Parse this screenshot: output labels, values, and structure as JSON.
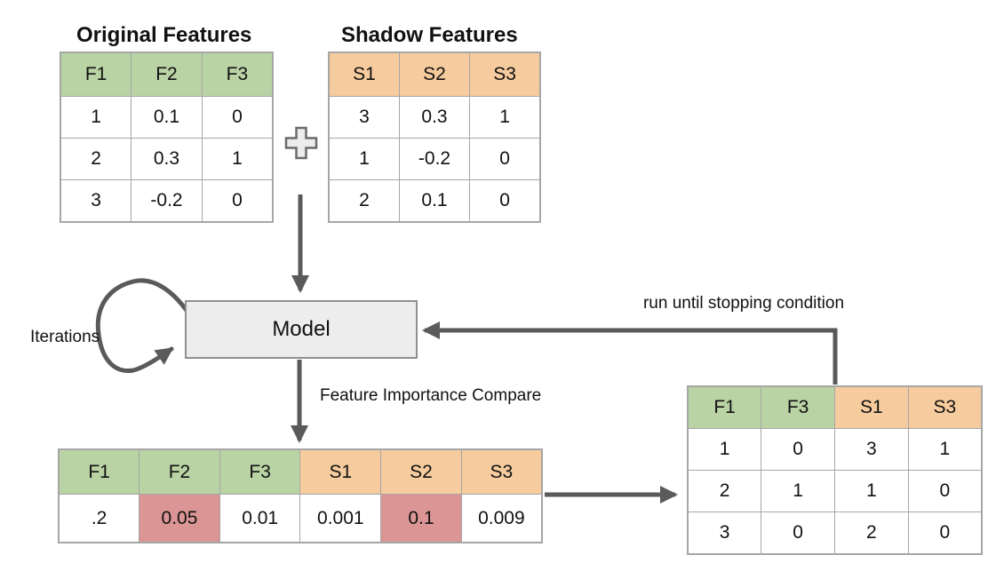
{
  "colors": {
    "green_header": "#bad3a5",
    "orange_header": "#f6cb9d",
    "red_highlight": "#db9595",
    "model_fill": "#ededed",
    "model_border": "#8f8f8f",
    "arrow": "#5a5a5a",
    "table_border": "#a6a6a6",
    "plus_fill": "#ececec",
    "plus_border": "#6b6b6b"
  },
  "titles": {
    "original": "Original Features",
    "shadow": "Shadow Features"
  },
  "labels": {
    "model": "Model",
    "iterations": "Iterations",
    "run_until": "run until stopping condition",
    "importance_compare": "Feature Importance Compare"
  },
  "icons": {
    "plus": "plus-icon"
  },
  "original_table": {
    "headers": [
      "F1",
      "F2",
      "F3"
    ],
    "rows": [
      [
        "1",
        "0.1",
        "0"
      ],
      [
        "2",
        "0.3",
        "1"
      ],
      [
        "3",
        "-0.2",
        "0"
      ]
    ]
  },
  "shadow_table": {
    "headers": [
      "S1",
      "S2",
      "S3"
    ],
    "rows": [
      [
        "3",
        "0.3",
        "1"
      ],
      [
        "1",
        "-0.2",
        "0"
      ],
      [
        "2",
        "0.1",
        "0"
      ]
    ]
  },
  "importance_table": {
    "headers": [
      "F1",
      "F2",
      "F3",
      "S1",
      "S2",
      "S3"
    ],
    "values": [
      ".2",
      "0.05",
      "0.01",
      "0.001",
      "0.1",
      "0.009"
    ],
    "highlighted_columns": [
      "F2",
      "S2"
    ]
  },
  "result_table": {
    "headers": [
      "F1",
      "F3",
      "S1",
      "S3"
    ],
    "rows": [
      [
        "1",
        "0",
        "3",
        "1"
      ],
      [
        "2",
        "1",
        "1",
        "0"
      ],
      [
        "3",
        "0",
        "2",
        "0"
      ]
    ]
  }
}
